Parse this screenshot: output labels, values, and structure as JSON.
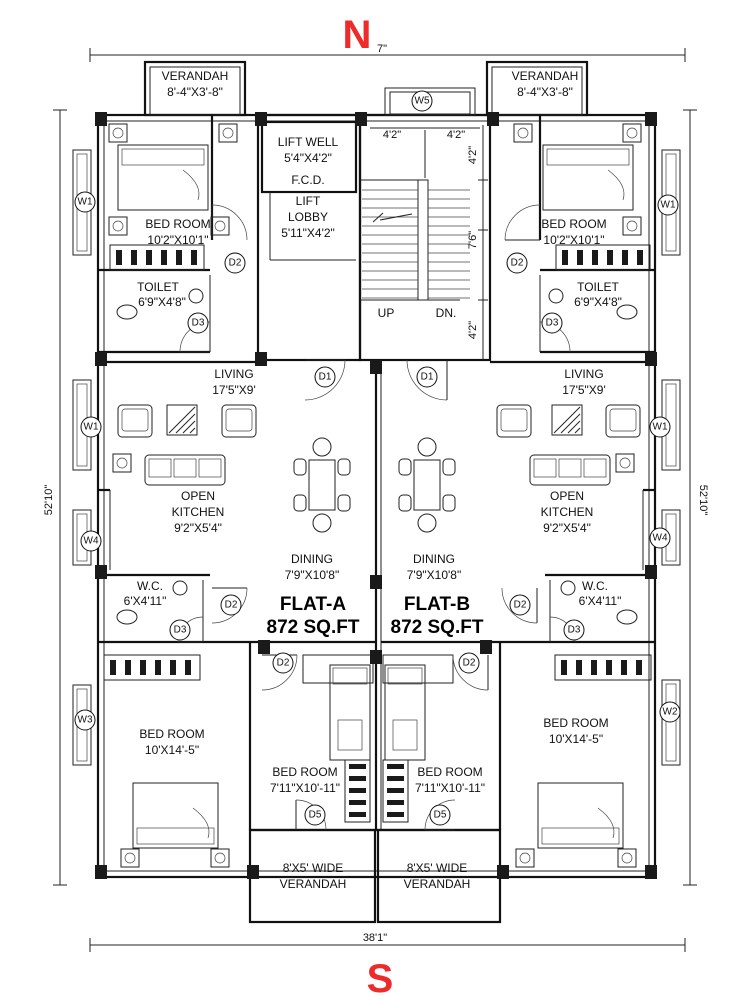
{
  "compass": {
    "north": "N",
    "south": "S",
    "color": "#ee2b2b"
  },
  "dimensions": {
    "top": "7\"",
    "bottom": "38'1\"",
    "left": "52'10\"",
    "right": "52'10\""
  },
  "common": {
    "lift_well": [
      "LIFT WELL",
      "5'4\"X4'2\""
    ],
    "fcd": "F.C.D.",
    "lift_lobby": [
      "LIFT",
      "LOBBY",
      "5'11\"X4'2\""
    ],
    "stair_up": "UP",
    "stair_dn": "DN.",
    "stair_dims": [
      "4'2\"",
      "4'2\"",
      "4'2\"",
      "7'6\"",
      "4'2\""
    ]
  },
  "flat_a": {
    "name": "FLAT-A",
    "area": "872 SQ.FT",
    "verandah": [
      "VERANDAH",
      "8'-4\"X3'-8\""
    ],
    "bedroom1": [
      "BED ROOM",
      "10'2\"X10'1\""
    ],
    "toilet": [
      "TOILET",
      "6'9\"X4'8\""
    ],
    "living": [
      "LIVING",
      "17'5\"X9'"
    ],
    "kitchen": [
      "OPEN",
      "KITCHEN",
      "9'2\"X5'4\""
    ],
    "dining": [
      "DINING",
      "7'9\"X10'8\""
    ],
    "wc": [
      "W.C.",
      "6'X4'11\""
    ],
    "bedroom2": [
      "BED ROOM",
      "10'X14'-5\""
    ],
    "bedroom3": [
      "BED ROOM",
      "7'11\"X10'-11\""
    ],
    "verandah2": [
      "8'X5' WIDE",
      "VERANDAH"
    ]
  },
  "flat_b": {
    "name": "FLAT-B",
    "area": "872 SQ.FT",
    "verandah": [
      "VERANDAH",
      "8'-4\"X3'-8\""
    ],
    "bedroom1": [
      "BED ROOM",
      "10'2\"X10'1\""
    ],
    "toilet": [
      "TOILET",
      "6'9\"X4'8\""
    ],
    "living": [
      "LIVING",
      "17'5\"X9'"
    ],
    "kitchen": [
      "OPEN",
      "KITCHEN",
      "9'2\"X5'4\""
    ],
    "dining": [
      "DINING",
      "7'9\"X10'8\""
    ],
    "wc": [
      "W.C.",
      "6'X4'11\""
    ],
    "bedroom2": [
      "BED ROOM",
      "10'X14'-5\""
    ],
    "bedroom3": [
      "BED ROOM",
      "7'11\"X10'-11\""
    ],
    "verandah2": [
      "8'X5' WIDE",
      "VERANDAH"
    ]
  },
  "tags": {
    "d1": "D1",
    "d2": "D2",
    "d3": "D3",
    "d5": "D5",
    "w1": "W1",
    "w2": "W2",
    "w3": "W3",
    "w4": "W4",
    "w5": "W5"
  }
}
